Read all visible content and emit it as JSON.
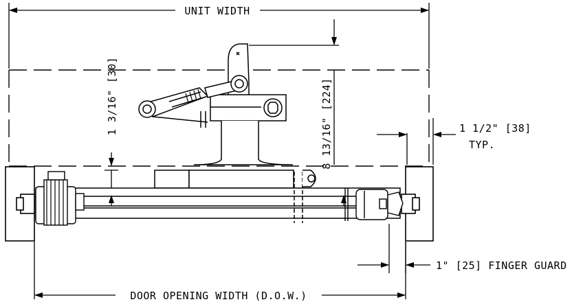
{
  "labels": {
    "unit_width": "UNIT WIDTH",
    "door_opening_width": "DOOR OPENING WIDTH (D.O.W.)",
    "dim_1_3_16": "1 3/16\" [30]",
    "dim_8_13_16": "8 13/16\" [224]",
    "dim_1_1_2": "1 1/2\" [38]",
    "typ": "TYP.",
    "dim_finger_guard": "1\" [25] FINGER GUARD"
  },
  "colors": {
    "line": "#000000",
    "background": "#ffffff"
  }
}
